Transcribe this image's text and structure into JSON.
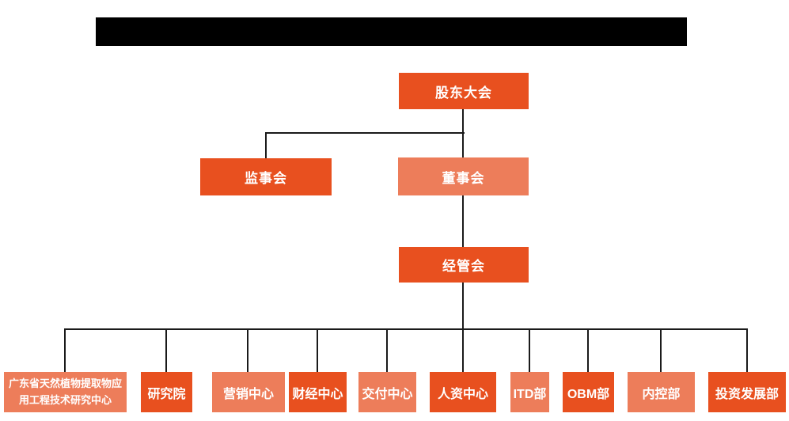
{
  "page": {
    "background": "#FFFFFF"
  },
  "colors": {
    "node_dark": "#E8501F",
    "node_light": "#ED7D5A",
    "node_text": "#FFFFFF",
    "connector": "#1A1A1A",
    "redacted_bar": "#000000"
  },
  "header": {
    "redacted_title_bar": ""
  },
  "org": {
    "root": {
      "label": "股东大会",
      "variant": "dark"
    },
    "level2": [
      {
        "label": "监事会",
        "variant": "dark"
      },
      {
        "label": "董事会",
        "variant": "light"
      }
    ],
    "level3": {
      "label": "经管会",
      "variant": "dark"
    },
    "departments": [
      {
        "label": "广东省天然植物提取物应用工程技术研究中心",
        "variant": "light"
      },
      {
        "label": "研究院",
        "variant": "dark"
      },
      {
        "label": "营销中心",
        "variant": "light"
      },
      {
        "label": "财经中心",
        "variant": "dark"
      },
      {
        "label": "交付中心",
        "variant": "light"
      },
      {
        "label": "人资中心",
        "variant": "dark"
      },
      {
        "label": "ITD部",
        "variant": "light"
      },
      {
        "label": "OBM部",
        "variant": "dark"
      },
      {
        "label": "内控部",
        "variant": "light"
      },
      {
        "label": "投资发展部",
        "variant": "dark"
      }
    ]
  }
}
